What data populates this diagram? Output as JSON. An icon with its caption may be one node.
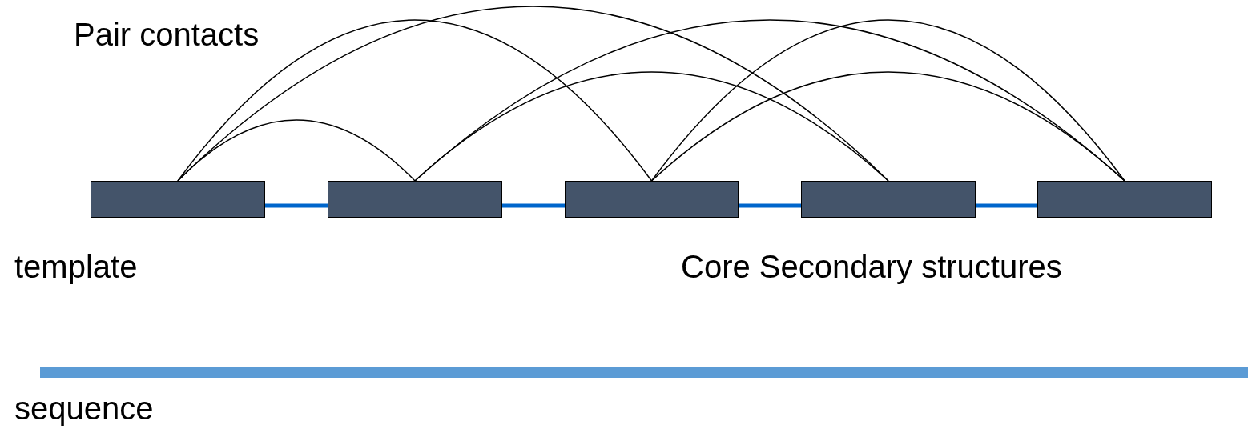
{
  "diagram": {
    "nodes": [
      {
        "text": [],
        "shape": "box"
      },
      {
        "text": [],
        "shape": "box"
      },
      {
        "text": [],
        "shape": "box"
      },
      {
        "text": [],
        "shape": "box"
      },
      {
        "text": [],
        "shape": "box"
      },
      {
        "text": [],
        "shape": "bar"
      }
    ],
    "edges": [
      {
        "from": 0,
        "to": 1,
        "arrow": "none"
      },
      {
        "from": 0,
        "to": 2,
        "arrow": "none"
      },
      {
        "from": 0,
        "to": 3,
        "arrow": "none"
      },
      {
        "from": 1,
        "to": 3,
        "arrow": "none"
      },
      {
        "from": 1,
        "to": 4,
        "arrow": "none"
      },
      {
        "from": 2,
        "to": 4,
        "arrow": "none"
      },
      {
        "from": 2,
        "to": 4,
        "arrow": "none"
      },
      {
        "from": 0,
        "to": 1,
        "arrow": "none",
        "style": "thick",
        "color": "#0066cc"
      },
      {
        "from": 1,
        "to": 2,
        "arrow": "none",
        "style": "thick",
        "color": "#0066cc"
      },
      {
        "from": 2,
        "to": 3,
        "arrow": "none",
        "style": "thick",
        "color": "#0066cc"
      },
      {
        "from": 3,
        "to": 4,
        "arrow": "none",
        "style": "thick",
        "color": "#0066cc"
      }
    ],
    "labels": [
      "Pair contacts",
      "template",
      "Core Secondary structures",
      "sequence"
    ]
  }
}
